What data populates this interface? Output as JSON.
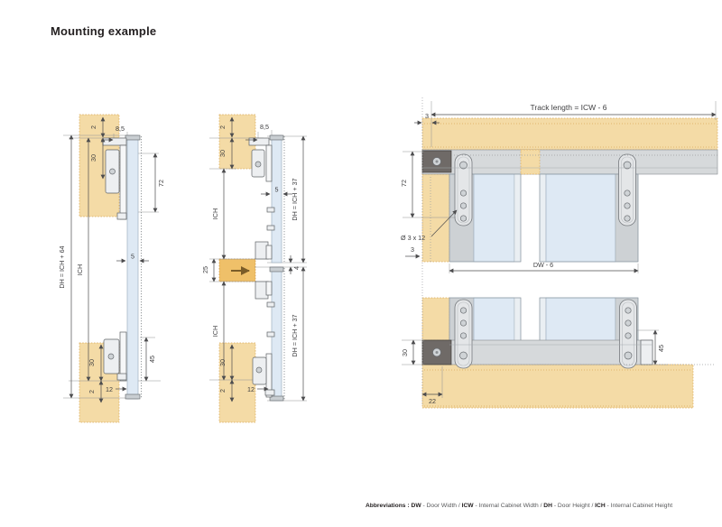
{
  "title": "Mounting example",
  "footer": {
    "segments": [
      {
        "text": "Abbreviations : "
      },
      {
        "text": "DW"
      },
      {
        "text": " - Door Width / "
      },
      {
        "text": "ICW"
      },
      {
        "text": " - Internal Cabinet Width / "
      },
      {
        "text": "DH"
      },
      {
        "text": " - Door Height / "
      },
      {
        "text": "ICH"
      },
      {
        "text": " - Internal Cabinet Height"
      }
    ]
  },
  "colors": {
    "wood": "#f4dba6",
    "shelf": "#efc069",
    "door_glass": "#dee9f4",
    "hardware_gray": "#d6d9db",
    "end_cap_dark": "#6f6a67",
    "dimension_line": "#4c4c4e"
  },
  "diagrams": {
    "left": {
      "labels": {
        "gap_top": "2",
        "inset_top": "30",
        "offset_top": "8,5",
        "hanger_height": "72",
        "door_height": "DH = ICH + 64",
        "cabinet_height": "ICH",
        "door_thickness": "5",
        "bottom_overlap": "45",
        "inset_bottom": "30",
        "gap_bottom": "2",
        "offset_bottom": "12"
      }
    },
    "middle": {
      "labels": {
        "gap_top": "2",
        "inset_top": "30",
        "offset_top": "8,5",
        "cabinet_height_upper": "ICH",
        "door_thickness": "5",
        "door_height_upper": "DH = ICH + 37",
        "shelf_thickness": "25",
        "door_gap": "4",
        "cabinet_height_lower": "ICH",
        "door_height_lower": "DH = ICH + 37",
        "inset_bottom": "30",
        "gap_bottom": "2",
        "offset_bottom": "12"
      }
    },
    "right": {
      "labels": {
        "track_length": "Track length = ICW - 6",
        "track_side_gap": "3",
        "hanger_height": "72",
        "screw_spec": "Ø 3 x 12",
        "door_side_gap": "3",
        "door_width": "DW - 6",
        "bottom_track_height": "30",
        "bottom_side_offset": "22",
        "bottom_overlap": "45"
      }
    }
  }
}
